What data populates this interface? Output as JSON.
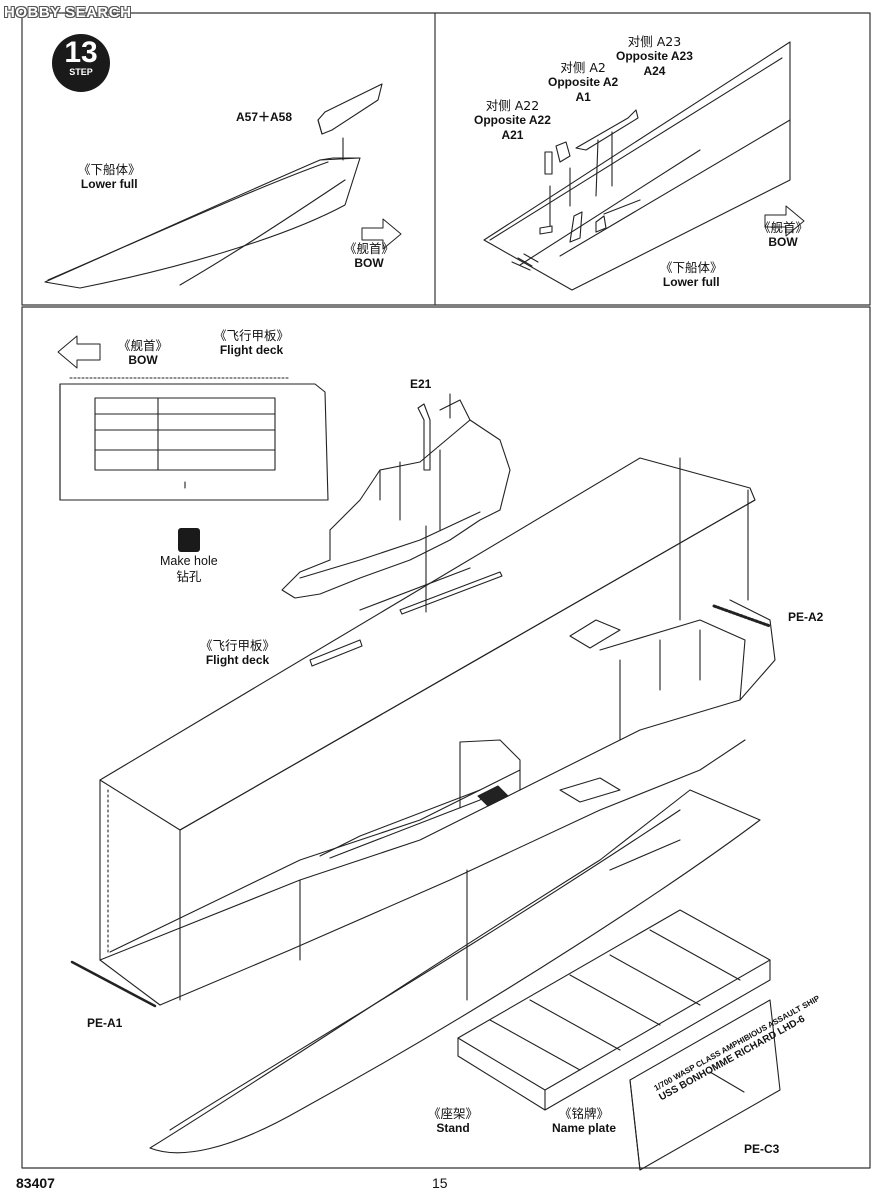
{
  "watermark": "HOBBY SEARCH",
  "step": {
    "number": "13",
    "word": "STEP"
  },
  "panel_left": {
    "part_ref": "A57＋A58",
    "lower_hull": {
      "cn": "《下船体》",
      "en": "Lower full"
    },
    "bow": {
      "cn": "《舰首》",
      "en": "BOW"
    }
  },
  "panel_right": {
    "opposite_a23": {
      "cn": "对侧 A23",
      "en1": "Opposite A23",
      "en2": "A24"
    },
    "opposite_a2": {
      "cn": "对侧 A2",
      "en1": "Opposite A2",
      "en2": "A1"
    },
    "opposite_a22": {
      "cn": "对侧 A22",
      "en1": "Opposite A22",
      "en2": "A21"
    },
    "bow": {
      "cn": "《舰首》",
      "en": "BOW"
    },
    "lower_hull": {
      "cn": "《下船体》",
      "en": "Lower full"
    }
  },
  "main": {
    "bow": {
      "cn": "《舰首》",
      "en": "BOW"
    },
    "flight_deck_top": {
      "cn": "《飞行甲板》",
      "en": "Flight deck"
    },
    "island_part": "E21",
    "make_hole": {
      "en": "Make hole",
      "cn": "钻孔"
    },
    "flight_deck_mid": {
      "cn": "《飞行甲板》",
      "en": "Flight deck"
    },
    "pe_a2": "PE-A2",
    "pe_a1": "PE-A1",
    "stand": {
      "cn": "《座架》",
      "en": "Stand"
    },
    "name_plate": {
      "cn": "《铭牌》",
      "en": "Name plate"
    },
    "plate_line1": "1/700 WASP CLASS AMPHIBIOUS ASSAULT SHIP",
    "plate_line2": "USS BONHOMME RICHARD  LHD-6",
    "pe_c3": "PE-C3"
  },
  "footer": {
    "code": "83407",
    "page": "15"
  }
}
